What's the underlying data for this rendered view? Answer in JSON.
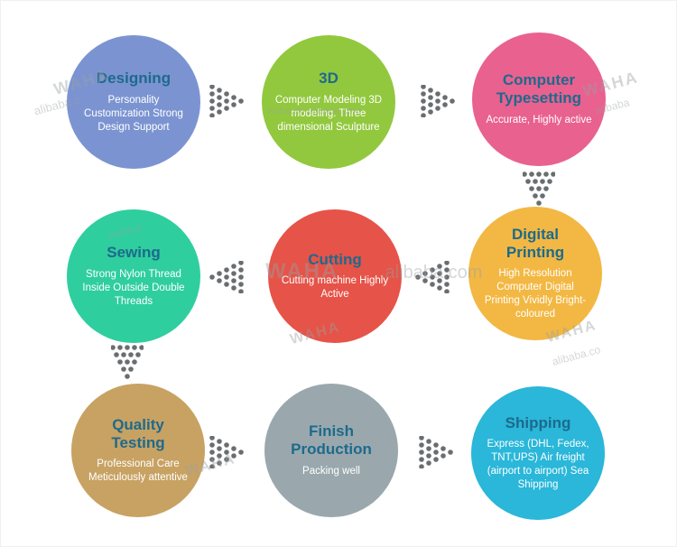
{
  "diagram": {
    "title_color": "#1d6a8c",
    "text_color": "#ffffff",
    "arrow_color": "#6a6e70",
    "nodes": [
      {
        "title": "Designing",
        "description": "Personality Customization Strong Design Support",
        "color": "#7b94d1"
      },
      {
        "title": "3D",
        "description": "Computer Modeling 3D modeling. Three dimensional Sculpture",
        "color": "#92c83e"
      },
      {
        "title": "Computer Typesetting",
        "description": "Accurate, Highly active",
        "color": "#e9618f"
      },
      {
        "title": "Sewing",
        "description": "Strong Nylon Thread Inside Outside Double Threads",
        "color": "#2fce9f"
      },
      {
        "title": "Cutting",
        "description": "Cutting machine Highly Active",
        "color": "#e65348"
      },
      {
        "title": "Digital Printing",
        "description": "High Resolution Computer Digital Printing Vividly Bright-coloured",
        "color": "#f2b843"
      },
      {
        "title": "Quality Testing",
        "description": "Professional Care Meticulously attentive",
        "color": "#c8a263"
      },
      {
        "title": "Finish Production",
        "description": "Packing well",
        "color": "#9aa8ad"
      },
      {
        "title": "Shipping",
        "description": "Express (DHL, Fedex, TNT,UPS) Air freight (airport to airport) Sea Shipping",
        "color": "#2ab7d9"
      }
    ]
  },
  "watermarks": [
    "WAHA",
    "alibaba.c",
    "waha.en.alibaba.com",
    "WAHA",
    "alibaba",
    "WAHA",
    ".alibaba.com",
    "WAHA",
    "WAHA",
    "alibaba.co",
    "WAHA",
    "waha.e"
  ]
}
